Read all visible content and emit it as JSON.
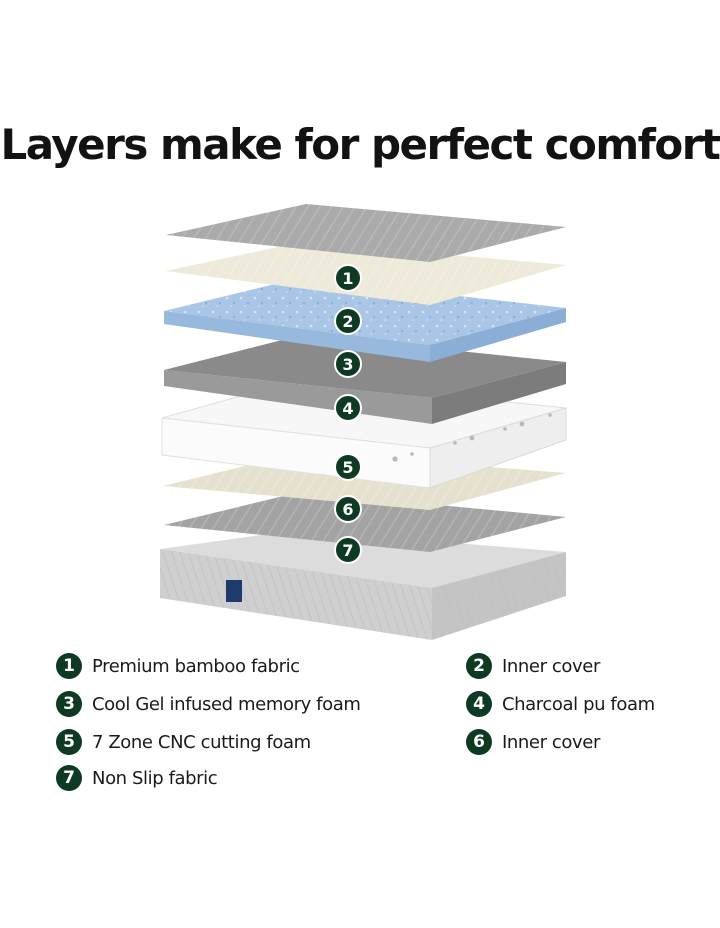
{
  "title": "Layers make for perfect comfort",
  "markers": [
    "1",
    "2",
    "3",
    "4",
    "5",
    "6",
    "7"
  ],
  "legend": [
    {
      "number": "1",
      "label": "Premium bamboo fabric"
    },
    {
      "number": "2",
      "label": "Inner cover"
    },
    {
      "number": "3",
      "label": "Cool Gel infused memory foam"
    },
    {
      "number": "4",
      "label": "Charcoal pu foam"
    },
    {
      "number": "5",
      "label": "7 Zone CNC cutting foam"
    },
    {
      "number": "6",
      "label": "Inner cover"
    },
    {
      "number": "7",
      "label": "Non Slip fabric"
    }
  ],
  "colors": {
    "badge": "#0e3a24",
    "bamboo_fabric": "#a9a9a9",
    "inner_cover": "#ece8d6",
    "gel_foam": "#a9c6e6",
    "charcoal_foam": "#8d8d8d",
    "cnc_foam": "#f6f6f6",
    "mattress_base": "#d3d3d3"
  },
  "icons": {
    "badge": "numbered-circle-icon",
    "label_tag": "mattress-label-icon"
  }
}
